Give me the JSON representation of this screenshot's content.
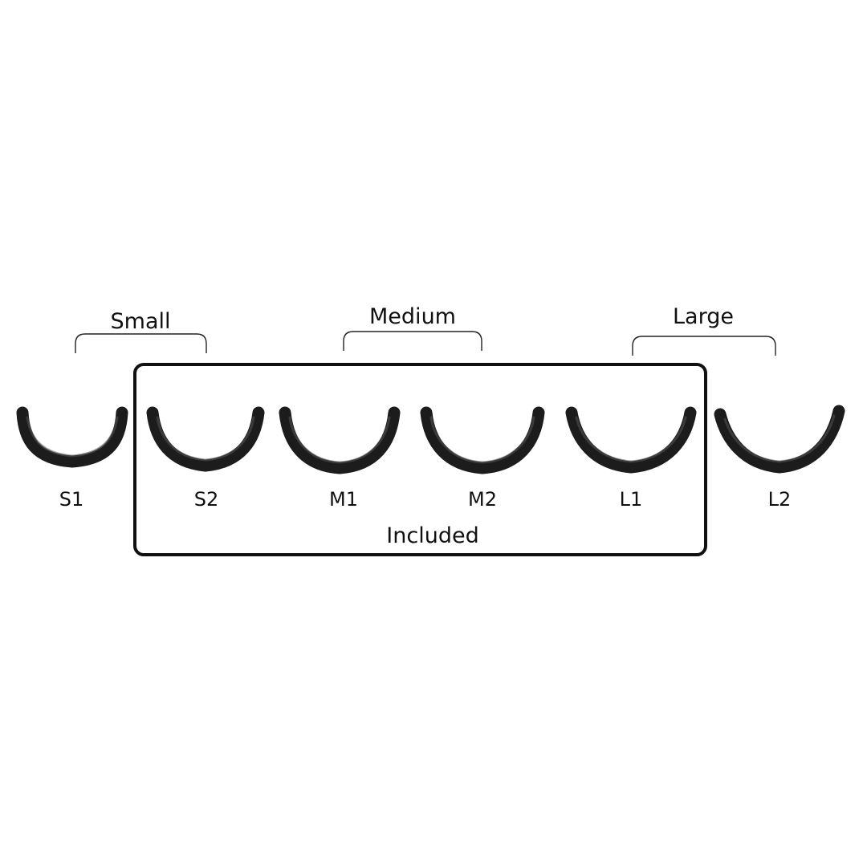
{
  "groups": [
    {
      "key": "small",
      "label": "Small"
    },
    {
      "key": "medium",
      "label": "Medium"
    },
    {
      "key": "large",
      "label": "Large"
    }
  ],
  "items": [
    {
      "key": "s1",
      "label": "S1",
      "group": "small",
      "included": false
    },
    {
      "key": "s2",
      "label": "S2",
      "group": "small",
      "included": true
    },
    {
      "key": "m1",
      "label": "M1",
      "group": "medium",
      "included": true
    },
    {
      "key": "m2",
      "label": "M2",
      "group": "medium",
      "included": true
    },
    {
      "key": "l1",
      "label": "L1",
      "group": "large",
      "included": true
    },
    {
      "key": "l2",
      "label": "L2",
      "group": "large",
      "included": false
    }
  ],
  "included_label": "Included",
  "colors": {
    "cushion": "#1c1c1c",
    "outline": "#111111",
    "background": "#ffffff"
  }
}
